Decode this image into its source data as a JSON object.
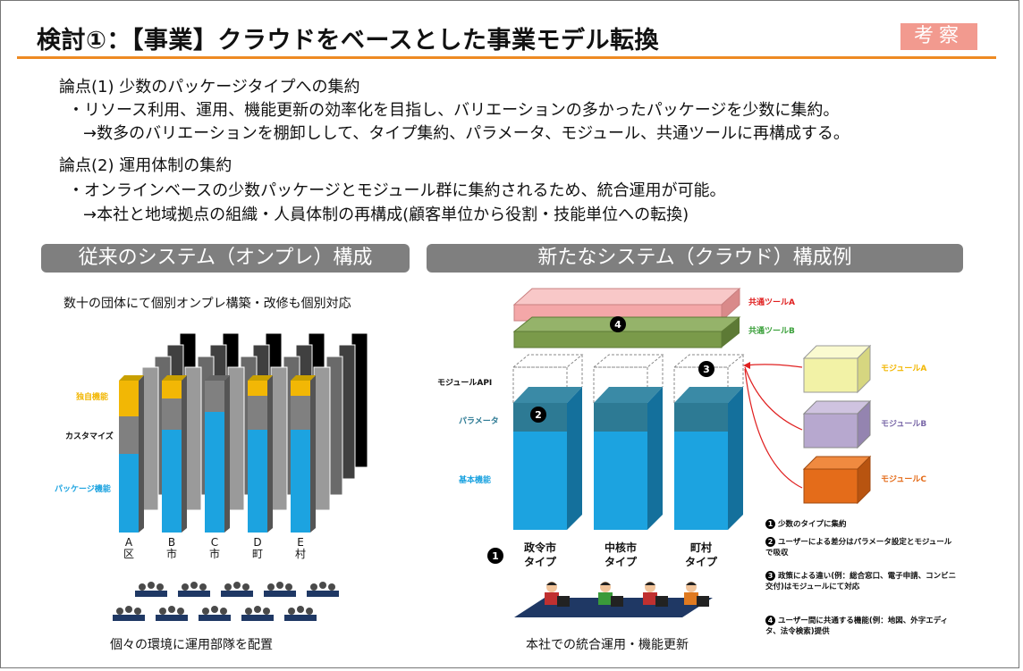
{
  "header": {
    "title": "検討①：【事業】クラウドをベースとした事業モデル転換",
    "badge": "考察"
  },
  "issues": [
    {
      "heading": "論点(1) 少数のパッケージタイプへの集約",
      "bullet": "・リソース利用、運用、機能更新の効率化を目指し、バリエーションの多かったパッケージを少数に集約。",
      "arrow": "→数多のバリエーションを棚卸しして、タイプ集約、パラメータ、モジュール、共通ツールに再構成する。"
    },
    {
      "heading": "論点(2) 運用体制の集約",
      "bullet": "・オンラインベースの少数パッケージとモジュール群に集約されるため、統合運用が可能。",
      "arrow": "→本社と地域拠点の組織・人員体制の再構成(顧客単位から役割・技能単位への転換)"
    }
  ],
  "left": {
    "section_title": "従来のシステム（オンプレ）構成",
    "caption_top": "数十の団体にて個別オンプレ構築・改修も個別対応",
    "labels": {
      "custom": "独自機能",
      "customize": "カスタマイズ",
      "package": "パッケージ機能"
    },
    "cities": [
      {
        "a": "A",
        "b": "区"
      },
      {
        "a": "B",
        "b": "市"
      },
      {
        "a": "C",
        "b": "市"
      },
      {
        "a": "D",
        "b": "町"
      },
      {
        "a": "E",
        "b": "村"
      }
    ],
    "caption_bottom": "個々の環境に運用部隊を配置"
  },
  "right": {
    "section_title": "新たなシステム（クラウド）構成例",
    "tool_a": "共通ツールA",
    "tool_b": "共通ツールB",
    "module_api": "モジュールAPI",
    "parameter": "パラメータ",
    "basic": "基本機能",
    "modules": [
      "モジュールA",
      "モジュールB",
      "モジュールC"
    ],
    "types": [
      {
        "l1": "政令市",
        "l2": "タイプ"
      },
      {
        "l1": "中核市",
        "l2": "タイプ"
      },
      {
        "l1": "町村",
        "l2": "タイプ"
      }
    ],
    "markers": [
      "1",
      "2",
      "3",
      "4"
    ],
    "caption_bottom": "本社での統合運用・機能更新",
    "notes": [
      "少数のタイプに集約",
      "ユーザーによる差分はパラメータ設定とモジュールで吸収",
      "政策による違い(例：総合窓口、電子申請、コンビニ交付)はモジュールにて対応",
      "ユーザー間に共通する機能(例：地図、外字エディタ、法令検索)提供"
    ]
  },
  "colors": {
    "accent": "#ee8a22",
    "badge": "#f29a8f",
    "blue": "#1ca3e0",
    "teal": "#2d7a94",
    "gray": "#808080",
    "yellow": "#f2b705",
    "pink": "#f4a7a8",
    "green": "#7a9a4a",
    "modA": "#f2f2a6",
    "modB": "#b7a8cf",
    "modC": "#e46c1a"
  }
}
